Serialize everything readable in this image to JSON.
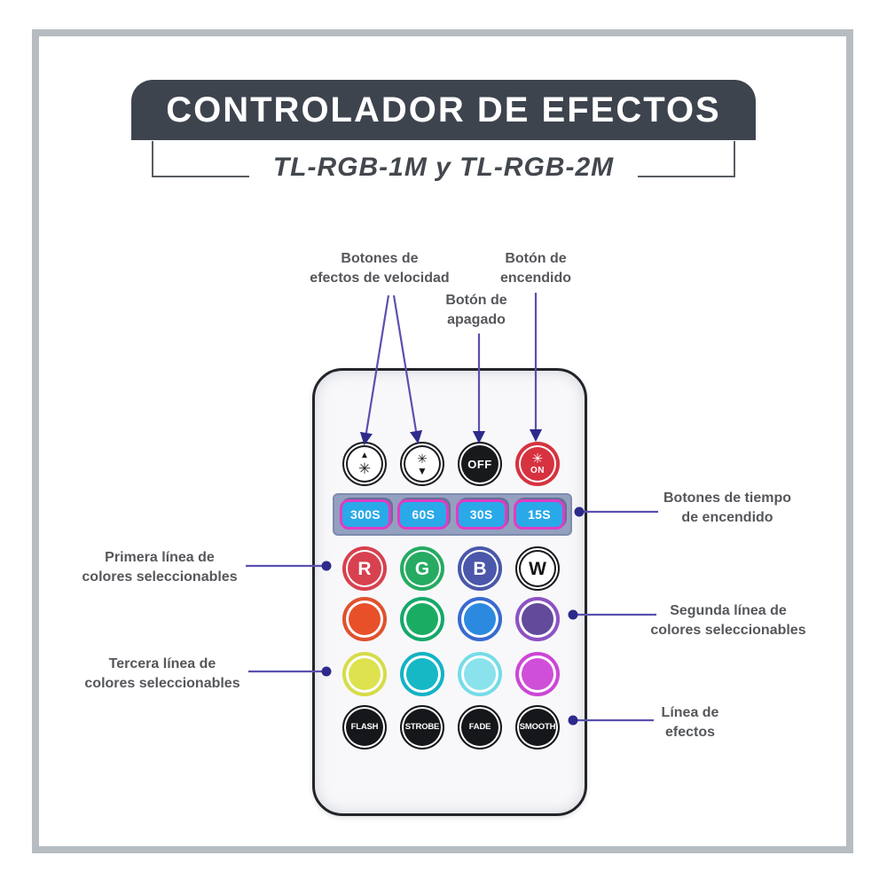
{
  "header": {
    "title": "CONTROLADOR DE EFECTOS",
    "subtitle": "TL-RGB-1M y TL-RGB-2M"
  },
  "callouts": {
    "speed": {
      "line1": "Botones de",
      "line2": "efectos de velocidad"
    },
    "power_on": {
      "line1": "Botón de",
      "line2": "encendido"
    },
    "power_off": {
      "line1": "Botón de",
      "line2": "apagado"
    },
    "timer": {
      "line1": "Botones de tiempo",
      "line2": "de encendido"
    },
    "row1": {
      "line1": "Primera línea de",
      "line2": "colores seleccionables"
    },
    "row2": {
      "line1": "Segunda línea de",
      "line2": "colores seleccionables"
    },
    "row3": {
      "line1": "Tercera línea de",
      "line2": "colores seleccionables"
    },
    "effects": {
      "line1": "Línea de",
      "line2": "efectos"
    }
  },
  "remote": {
    "off_label": "OFF",
    "on_label": "ON",
    "timer_buttons": [
      "300S",
      "60S",
      "30S",
      "15S"
    ],
    "primary_colors": [
      {
        "letter": "R",
        "name": "red",
        "color": "#d8414f"
      },
      {
        "letter": "G",
        "name": "green",
        "color": "#25ab62"
      },
      {
        "letter": "B",
        "name": "blue",
        "color": "#4a57ab"
      },
      {
        "letter": "W",
        "name": "white",
        "color": "#ffffff"
      }
    ],
    "second_colors": [
      {
        "name": "orange",
        "ring": "#e0512e",
        "fill": "#e8502a"
      },
      {
        "name": "green",
        "ring": "#16a86b",
        "fill": "#19ad62"
      },
      {
        "name": "blue",
        "ring": "#3a6ad0",
        "fill": "#2b8ae0"
      },
      {
        "name": "purple",
        "ring": "#8c52c4",
        "fill": "#634a9b"
      }
    ],
    "third_colors": [
      {
        "name": "yellow",
        "ring": "#d6dc48",
        "fill": "#dde24e"
      },
      {
        "name": "teal",
        "ring": "#14b2c4",
        "fill": "#16b8c6"
      },
      {
        "name": "cyan",
        "ring": "#76dce8",
        "fill": "#8ae2ec"
      },
      {
        "name": "magenta",
        "ring": "#cc46d6",
        "fill": "#cf4fd8"
      }
    ],
    "effect_buttons": [
      "FLASH",
      "STROBE",
      "FADE",
      "SMOOTH"
    ]
  },
  "icons": {
    "sun": "✳",
    "arrow_up": "▲",
    "arrow_down": "▼"
  },
  "colors": {
    "banner_bg": "#3e444e",
    "banner_text": "#ffffff",
    "subtitle_text": "#43474e",
    "bracket_line": "#585c62",
    "label_text": "#55575b",
    "frame": "#b6bcc2",
    "connector_line": "#5a50b0",
    "connector_tip": "#2d2a8c",
    "remote_border": "#212429",
    "timer_panel": "#93a0bf",
    "timer_btn_fill": "#2aa9e9",
    "timer_btn_border": "#e03cc4",
    "on_btn": "#d6323f",
    "off_btn": "#17191c"
  }
}
